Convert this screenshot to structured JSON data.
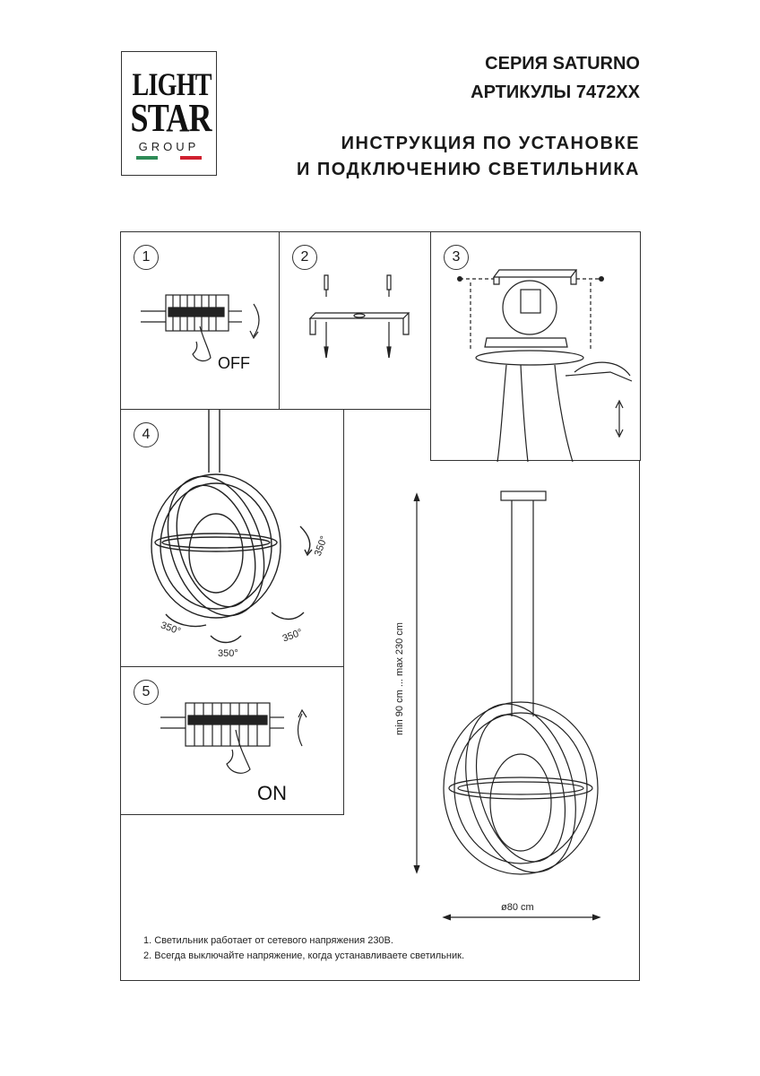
{
  "logo": {
    "line1": "LIGHT",
    "line2": "STAR",
    "line3": "GROUP",
    "flag_colors": [
      "#2e8b57",
      "#ffffff",
      "#d02030"
    ]
  },
  "header": {
    "series": "СЕРИЯ SATURNO",
    "articles": "АРТИКУЛЫ 7472XX",
    "instruction_line1": "ИНСТРУКЦИЯ ПО УСТАНОВКЕ",
    "instruction_line2": "И ПОДКЛЮЧЕНИЮ СВЕТИЛЬНИКА"
  },
  "steps": {
    "s1": "1",
    "s2": "2",
    "s3": "3",
    "s4": "4",
    "s5": "5",
    "off_label": "OFF",
    "on_label": "ON",
    "rotation_label": "350°"
  },
  "dimensions": {
    "height": "min 90 cm ... max 230 cm",
    "diameter": "ø80 cm"
  },
  "notes": [
    "1. Светильник работает от сетевого напряжения 230В.",
    "2. Всегда выключайте напряжение, когда устанавливаете светильник."
  ]
}
